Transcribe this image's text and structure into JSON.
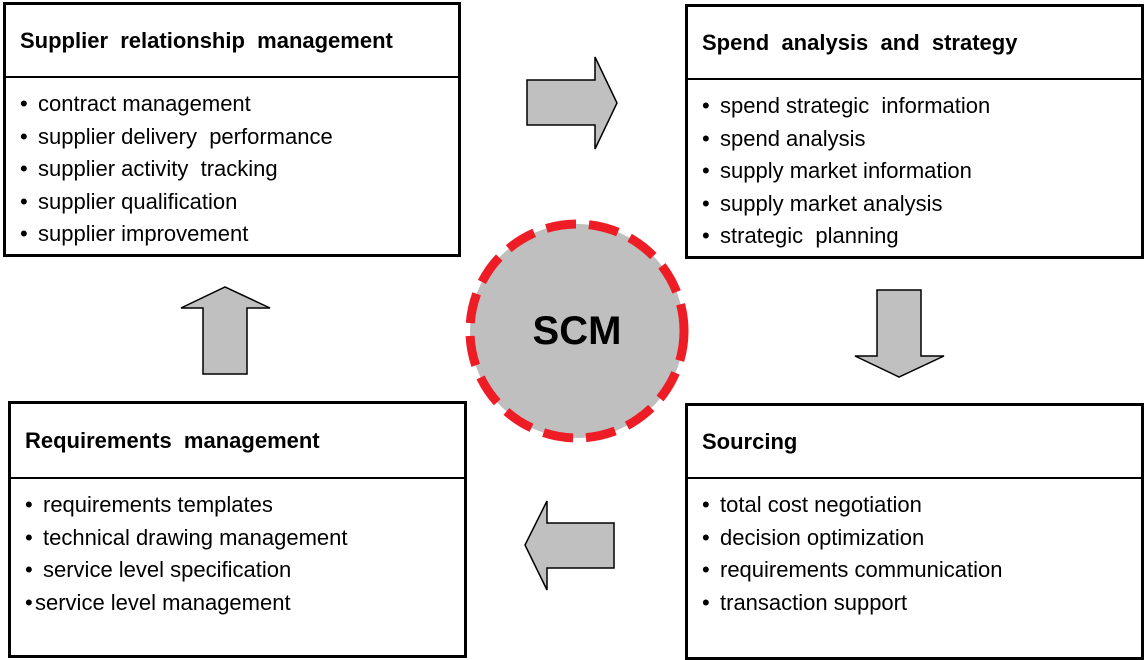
{
  "center": {
    "label": "SCM"
  },
  "boxes": {
    "srm": {
      "title": "Supplier  relationship  management",
      "items": [
        "contract management",
        "supplier delivery  performance",
        "supplier activity  tracking",
        "supplier qualification",
        "supplier improvement"
      ]
    },
    "spend": {
      "title": "Spend  analysis  and  strategy",
      "items": [
        "spend strategic  information",
        "spend analysis",
        "supply market information",
        "supply market analysis",
        "strategic  planning"
      ]
    },
    "req": {
      "title": "Requirements  management",
      "items": [
        "requirements templates",
        "technical drawing management",
        "service level specification",
        "service level management"
      ]
    },
    "sourcing": {
      "title": "Sourcing",
      "items": [
        "total cost negotiation",
        "decision optimization",
        "requirements communication",
        "transaction support"
      ]
    }
  },
  "colors": {
    "arrow_fill": "#c0c0c0",
    "circle_fill": "#bfbfbf",
    "circle_dash": "#ee1c25",
    "border": "#000000"
  }
}
